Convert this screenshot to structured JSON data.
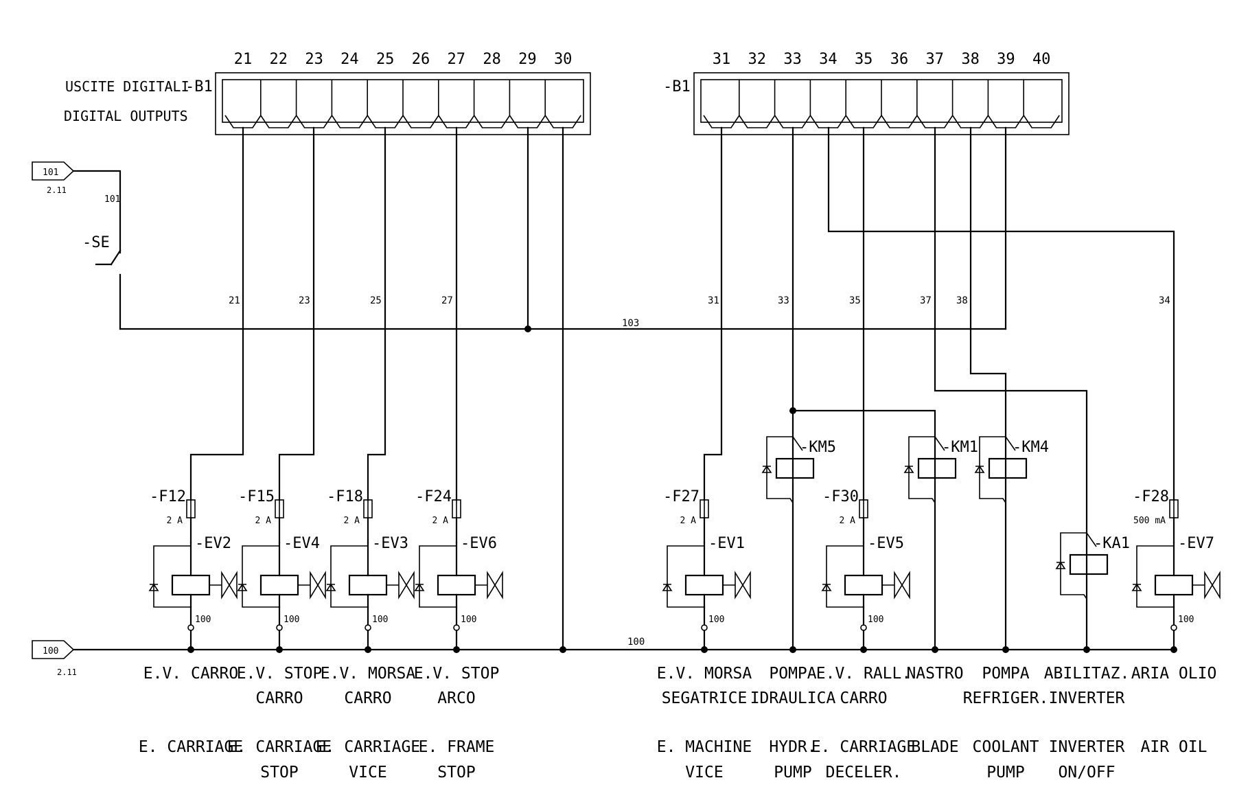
{
  "header": {
    "line1": "USCITE DIGITALI",
    "line2": "DIGITAL OUTPUTS",
    "module_left": "-B1",
    "module_right": "-B1"
  },
  "terminals_left": [
    "21",
    "22",
    "23",
    "24",
    "25",
    "26",
    "27",
    "28",
    "29",
    "30"
  ],
  "terminals_right": [
    "31",
    "32",
    "33",
    "34",
    "35",
    "36",
    "37",
    "38",
    "39",
    "40"
  ],
  "connectors": {
    "c101": {
      "label": "101",
      "ref": "2.11"
    },
    "c100": {
      "label": "100",
      "ref": "2.11"
    }
  },
  "switch": {
    "label": "-SE",
    "wire_label": "101"
  },
  "bus": {
    "top": "103",
    "bottom": "100"
  },
  "wire_labels": [
    "21",
    "23",
    "25",
    "27",
    "31",
    "33",
    "35",
    "37",
    "38",
    "34"
  ],
  "fuses": [
    {
      "name": "-F12",
      "rating": "2 A"
    },
    {
      "name": "-F15",
      "rating": "2 A"
    },
    {
      "name": "-F18",
      "rating": "2 A"
    },
    {
      "name": "-F24",
      "rating": "2 A"
    },
    {
      "name": "-F27",
      "rating": "2 A"
    },
    {
      "name": "-F30",
      "rating": "2 A"
    },
    {
      "name": "-F28",
      "rating": "500 mA"
    }
  ],
  "valves": [
    {
      "name": "-EV2",
      "wire": "100"
    },
    {
      "name": "-EV4",
      "wire": "100"
    },
    {
      "name": "-EV3",
      "wire": "100"
    },
    {
      "name": "-EV6",
      "wire": "100"
    },
    {
      "name": "-EV1",
      "wire": "100"
    },
    {
      "name": "-EV5",
      "wire": "100"
    },
    {
      "name": "-EV7",
      "wire": "100"
    }
  ],
  "relays": [
    {
      "name": "-KM5"
    },
    {
      "name": "-KM1"
    },
    {
      "name": "-KM4"
    },
    {
      "name": "-KA1"
    }
  ],
  "columns": [
    {
      "it1": "E.V. CARRO",
      "it2": "",
      "en1": "E. CARRIAGE",
      "en2": ""
    },
    {
      "it1": "E.V. STOP",
      "it2": "CARRO",
      "en1": "E. CARRIAGE",
      "en2": "STOP"
    },
    {
      "it1": "E.V. MORSA",
      "it2": "CARRO",
      "en1": "E. CARRIAGE",
      "en2": "VICE"
    },
    {
      "it1": "E.V. STOP",
      "it2": "ARCO",
      "en1": "E. FRAME",
      "en2": "STOP"
    },
    {
      "it1": "E.V. MORSA",
      "it2": "SEGATRICE",
      "en1": "E. MACHINE",
      "en2": "VICE"
    },
    {
      "it1": "POMPA",
      "it2": "IDRAULICA",
      "en1": "HYDR.",
      "en2": "PUMP"
    },
    {
      "it1": "E.V. RALL.",
      "it2": "CARRO",
      "en1": "E. CARRIAGE",
      "en2": "DECELER."
    },
    {
      "it1": "NASTRO",
      "it2": "",
      "en1": "BLADE",
      "en2": ""
    },
    {
      "it1": "POMPA",
      "it2": "REFRIGER.",
      "en1": "COOLANT",
      "en2": "PUMP"
    },
    {
      "it1": "ABILITAZ.",
      "it2": "INVERTER",
      "en1": "INVERTER",
      "en2": "ON/OFF"
    },
    {
      "it1": "ARIA OLIO",
      "it2": "",
      "en1": "AIR OIL",
      "en2": ""
    }
  ]
}
